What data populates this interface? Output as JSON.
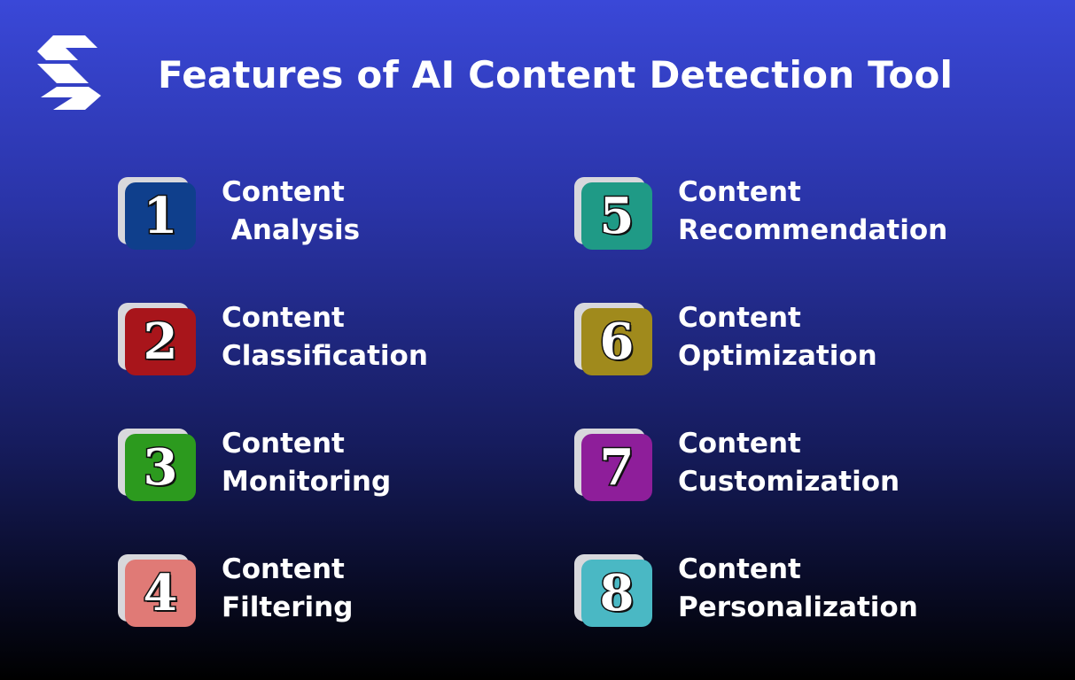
{
  "title": "Features of AI Content Detection Tool",
  "logo": {
    "icon": "s-logo-icon"
  },
  "features": [
    {
      "number": "1",
      "line1": "Content",
      "line2": " Analysis",
      "color": "#0f3f8c"
    },
    {
      "number": "2",
      "line1": "Content",
      "line2": "Classification",
      "color": "#a8151b"
    },
    {
      "number": "3",
      "line1": "Content",
      "line2": "Monitoring",
      "color": "#2c9a1e"
    },
    {
      "number": "4",
      "line1": "Content",
      "line2": "Filtering",
      "color": "#e07a76"
    },
    {
      "number": "5",
      "line1": "Content",
      "line2": "Recommendation",
      "color": "#1f9a86"
    },
    {
      "number": "6",
      "line1": "Content",
      "line2": "Optimization",
      "color": "#a08a1c"
    },
    {
      "number": "7",
      "line1": "Content",
      "line2": "Customization",
      "color": "#8e1e9a"
    },
    {
      "number": "8",
      "line1": "Content",
      "line2": "Personalization",
      "color": "#4ab8c4"
    }
  ]
}
